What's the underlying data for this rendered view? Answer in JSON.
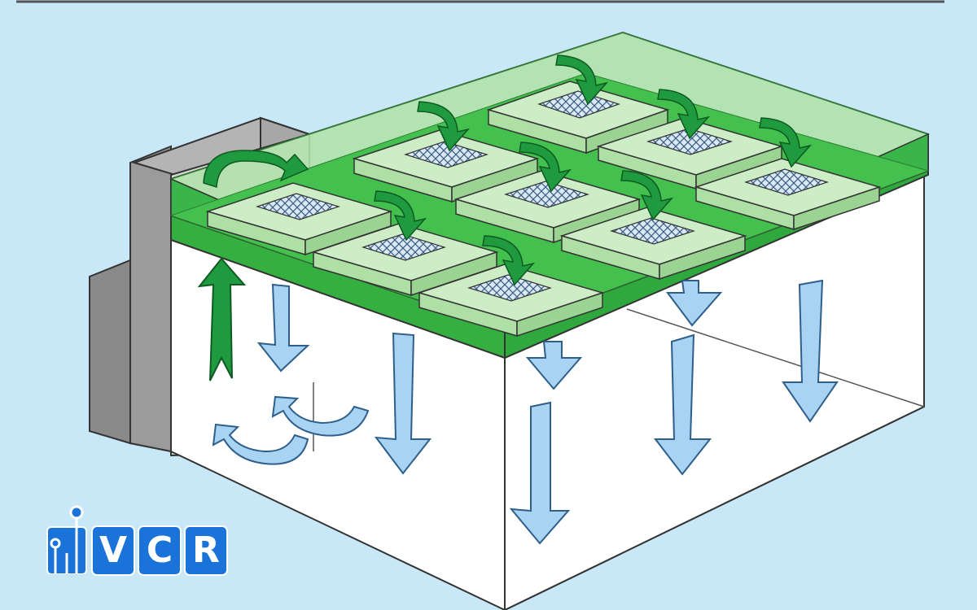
{
  "logo": {
    "letters": [
      "V",
      "C",
      "R"
    ],
    "icon": "circuit-pin-icon",
    "colors": {
      "brand_blue": "#1a73d8",
      "white": "#ffffff"
    }
  },
  "diagram": {
    "subject": "cleanroom-airflow",
    "colors": {
      "background": "#c8e8f8",
      "ceiling_green": "#3fbf3f",
      "ceiling_light_green": "#a6dea0",
      "filter_frame": "#cfeec8",
      "hepa_filter_mesh": "#5a7fa8",
      "return_arrow_green": "#1c8a3a",
      "supply_air_arrow": "#a9d3f2",
      "air_handler_gray": "#9a9a9a",
      "wall_white": "#ffffff",
      "outline": "#333333"
    },
    "icons": [
      "green-curved-arrow-icon",
      "downflow-arrow-icon",
      "return-air-arrow-icon"
    ]
  }
}
